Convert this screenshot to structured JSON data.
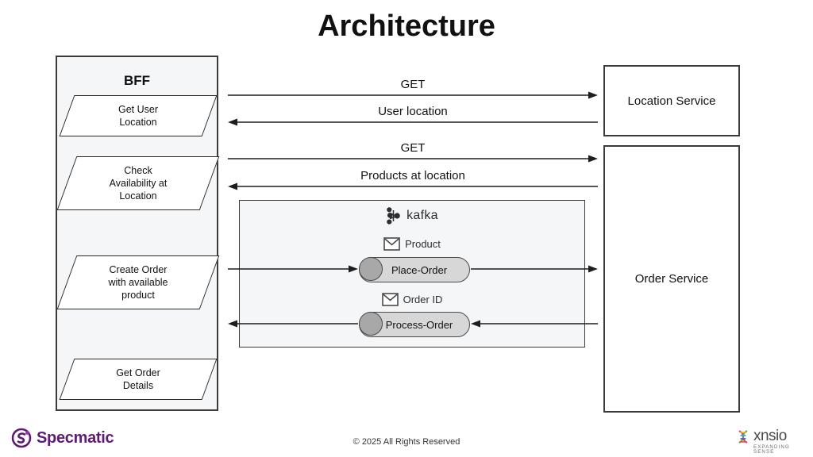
{
  "slide": {
    "title": "Architecture"
  },
  "bff": {
    "title": "BFF",
    "steps": [
      {
        "label": "Get User\nLocation"
      },
      {
        "label": "Check\nAvailability at\nLocation"
      },
      {
        "label": "Create Order\nwith available\nproduct"
      },
      {
        "label": "Get Order\nDetails"
      }
    ]
  },
  "services": [
    {
      "name": "Location Service"
    },
    {
      "name": "Order Service"
    }
  ],
  "flows": [
    {
      "label": "GET",
      "direction": "right"
    },
    {
      "label": "User location",
      "direction": "left"
    },
    {
      "label": "GET",
      "direction": "right"
    },
    {
      "label": "Products at location",
      "direction": "left"
    }
  ],
  "kafka": {
    "name": "kafka",
    "icon": "kafka-icon",
    "messages": [
      {
        "label": "Product",
        "icon": "envelope-icon"
      },
      {
        "label": "Order ID",
        "icon": "envelope-icon"
      }
    ],
    "topics": [
      {
        "label": "Place-Order"
      },
      {
        "label": "Process-Order"
      }
    ]
  },
  "footer": {
    "copyright": "© 2025 All Rights Reserved",
    "brand_left": "Specmatic",
    "brand_right": "xnsio",
    "brand_right_tagline": "EXPANDING SENSE"
  },
  "colors": {
    "panel_fill": "#f4f6f7",
    "border": "#3b3b3b",
    "queue_fill": "#d7d7d7",
    "queue_cap": "#a8a8a8",
    "specmatic_purple": "#5f1b74",
    "text": "#111111"
  }
}
